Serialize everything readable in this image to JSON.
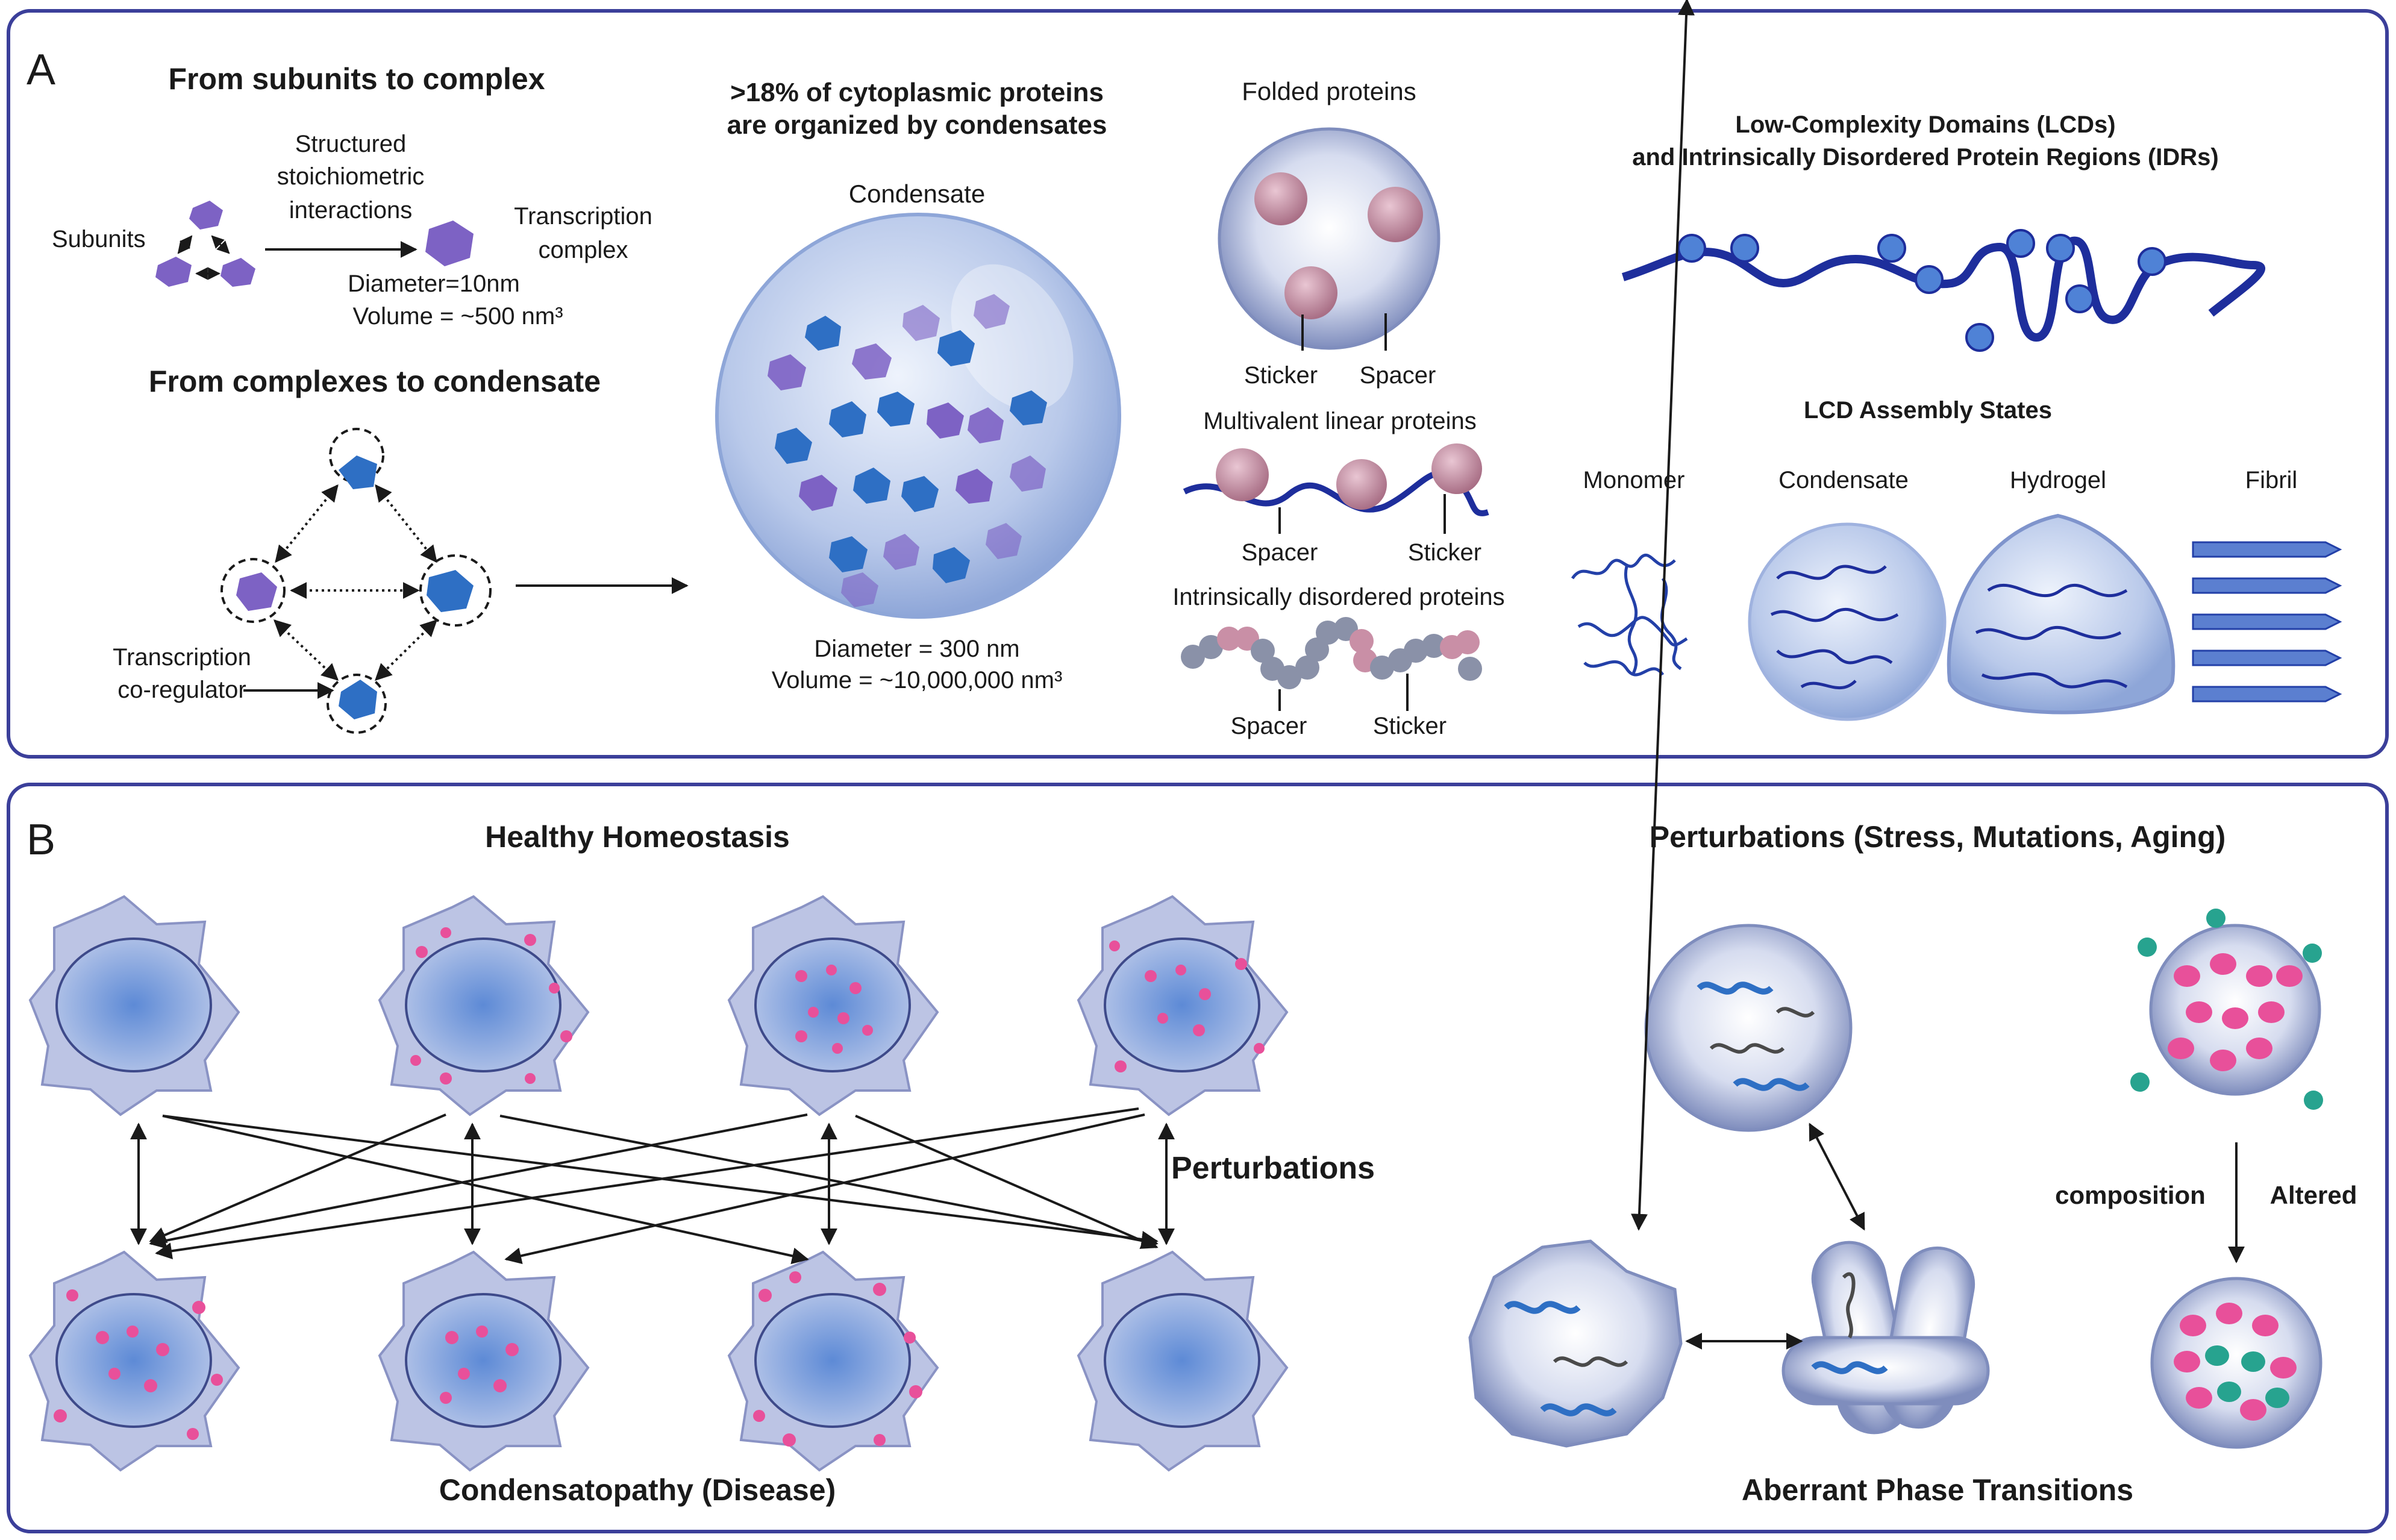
{
  "panel_a": {
    "label": "A",
    "subunits_title": "From subunits to complex",
    "subunits_label": "Subunits",
    "interactions_line1": "Structured",
    "interactions_line2": "stoichiometric",
    "interactions_line3": "interactions",
    "complex_line1": "Transcription",
    "complex_line2": "complex",
    "complex_diameter": "Diameter=10nm",
    "complex_volume": "Volume = ~500 nm³",
    "complexes_title": "From complexes to condensate",
    "coregulator_line1": "Transcription",
    "coregulator_line2": "co-regulator",
    "cytoplasmic_line1": ">18% of cytoplasmic proteins",
    "cytoplasmic_line2": "are organized by condensates",
    "condensate_label": "Condensate",
    "condensate_diameter": "Diameter = 300 nm",
    "condensate_volume": "Volume = ~10,000,000 nm³",
    "folded_title": "Folded proteins",
    "folded_sticker": "Sticker",
    "folded_spacer": "Spacer",
    "multivalent_title": "Multivalent linear proteins",
    "multivalent_spacer": "Spacer",
    "multivalent_sticker": "Sticker",
    "idp_title": "Intrinsically disordered proteins",
    "idp_spacer": "Spacer",
    "idp_sticker": "Sticker",
    "lcd_line1": "Low-Complexity Domains (LCDs)",
    "lcd_line2": "and Intrinsically Disordered Protein Regions (IDRs)",
    "assembly_title": "LCD Assembly States",
    "state_monomer": "Monomer",
    "state_condensate": "Condensate",
    "state_hydrogel": "Hydrogel",
    "state_fibril": "Fibril"
  },
  "panel_b": {
    "label": "B",
    "healthy_title": "Healthy Homeostasis",
    "disease_title": "Condensatopathy (Disease)",
    "perturbations_label": "Perturbations",
    "perturbations_title": "Perturbations (Stress, Mutations, Aging)",
    "aberrant_title": "Aberrant Phase Transitions",
    "composition_label": "composition",
    "altered_label": "Altered"
  },
  "colors": {
    "frame": "#3b3f9a",
    "purple_protein": "#7d62c4",
    "blue_protein": "#2e6fc4",
    "chain": "#1e2e9c",
    "bead": "#4f82d6",
    "sticker_pink": "#c98fa6",
    "cell_fill": "#bcc4e4",
    "nucleus": "#7f9fd8",
    "condensate_pink": "#e8509a",
    "teal": "#27a38f"
  }
}
